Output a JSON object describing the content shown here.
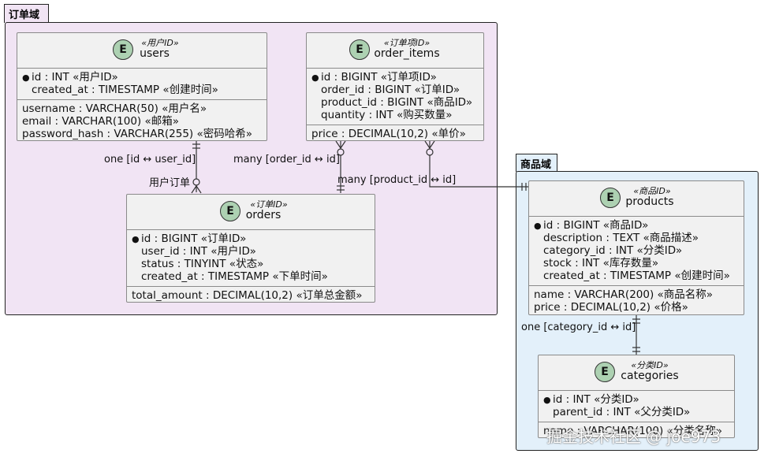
{
  "packages": {
    "order": {
      "label": "订单域"
    },
    "product": {
      "label": "商品域"
    }
  },
  "entities": {
    "users": {
      "badge": "E",
      "stereotype": "«用户ID»",
      "name": "users",
      "keys": [
        "id : INT «用户ID»",
        "created_at : TIMESTAMP «创建时间»"
      ],
      "fields": [
        "username : VARCHAR(50) «用户名»",
        "email : VARCHAR(100) «邮箱»",
        "password_hash : VARCHAR(255) «密码哈希»"
      ]
    },
    "order_items": {
      "badge": "E",
      "stereotype": "«订单项ID»",
      "name": "order_items",
      "keys": [
        "id : BIGINT «订单项ID»",
        "order_id : BIGINT «订单ID»",
        "product_id : BIGINT «商品ID»",
        "quantity : INT «购买数量»"
      ],
      "fields": [
        "price : DECIMAL(10,2) «单价»"
      ]
    },
    "orders": {
      "badge": "E",
      "stereotype": "«订单ID»",
      "name": "orders",
      "keys": [
        "id : BIGINT «订单ID»",
        "user_id : INT «用户ID»",
        "status : TINYINT «状态»",
        "created_at : TIMESTAMP «下单时间»"
      ],
      "fields": [
        "total_amount : DECIMAL(10,2) «订单总金额»"
      ]
    },
    "products": {
      "badge": "E",
      "stereotype": "«商品ID»",
      "name": "products",
      "keys": [
        "id : BIGINT «商品ID»",
        "description : TEXT «商品描述»",
        "category_id : INT «分类ID»",
        "stock : INT «库存数量»",
        "created_at : TIMESTAMP «创建时间»"
      ],
      "fields": [
        "name : VARCHAR(200) «商品名称»",
        "price : DECIMAL(10,2) «价格»"
      ]
    },
    "categories": {
      "badge": "E",
      "stereotype": "«分类ID»",
      "name": "categories",
      "keys": [
        "id : INT «分类ID»",
        "parent_id : INT «父分类ID»"
      ],
      "fields": [
        "name : VARCHAR(100) «分类名称»"
      ]
    }
  },
  "relations": {
    "users_orders": {
      "label": "one [id ↔ user_id]",
      "sub": "用户订单"
    },
    "orders_items": {
      "label": "many [order_id ↔ id]"
    },
    "items_products": {
      "label": "many [product_id ↔ id]"
    },
    "products_categories": {
      "label": "one [category_id ↔ id]"
    }
  },
  "watermark": "掘金技术社区 @ joe973"
}
